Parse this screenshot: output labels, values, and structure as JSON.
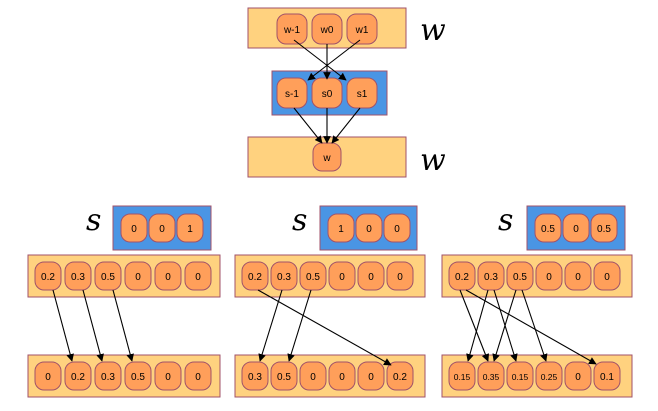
{
  "diagram": {
    "top_labels": {
      "w_top": "w",
      "w_bottom": "w"
    },
    "w_input": [
      "w-1",
      "w0",
      "w1"
    ],
    "s_filter": [
      "s-1",
      "s0",
      "s1"
    ],
    "w_output": [
      "w"
    ],
    "examples": [
      {
        "label": "s",
        "s": [
          "0",
          "0",
          "1"
        ],
        "w_in": [
          "0.2",
          "0.3",
          "0.5",
          "0",
          "0",
          "0"
        ],
        "w_out": [
          "0",
          "0.2",
          "0.3",
          "0.5",
          "0",
          "0"
        ]
      },
      {
        "label": "s",
        "s": [
          "1",
          "0",
          "0"
        ],
        "w_in": [
          "0.2",
          "0.3",
          "0.5",
          "0",
          "0",
          "0"
        ],
        "w_out": [
          "0.3",
          "0.5",
          "0",
          "0",
          "0",
          "0.2"
        ]
      },
      {
        "label": "s",
        "s": [
          "0.5",
          "0",
          "0.5"
        ],
        "w_in": [
          "0.2",
          "0.3",
          "0.5",
          "0",
          "0",
          "0"
        ],
        "w_out": [
          "0.15",
          "0.35",
          "0.15",
          "0.25",
          "0",
          "0.1"
        ]
      }
    ]
  },
  "colors": {
    "bar_orange": "#ffd27f",
    "bar_blue": "#4a95e4",
    "node_orange": "#ff9f5a",
    "node_white": "#ffffff",
    "border": "#a0526a"
  }
}
